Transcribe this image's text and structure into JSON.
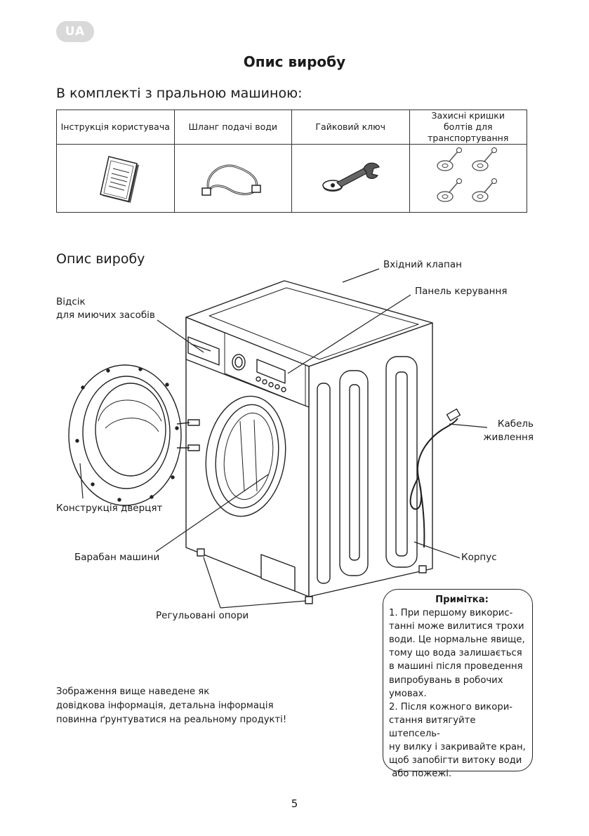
{
  "badge": "UA",
  "page_title": "Опис виробу",
  "kit_heading": "В комплекті з пральною машиною:",
  "kit_items": [
    {
      "label": "Інструкція користувача",
      "icon": "manual-icon"
    },
    {
      "label": "Шланг подачі води",
      "icon": "hose-icon"
    },
    {
      "label": "Гайковий ключ",
      "icon": "wrench-icon"
    },
    {
      "label": "Захисні кришки болтів для транспортування",
      "icon": "bolt-caps-icon"
    }
  ],
  "product_heading": "Опис виробу",
  "labels": {
    "inlet_valve": "Вхідний клапан",
    "control_panel": "Панель керування",
    "detergent_drawer": "Відсік\nдля миючих засобів",
    "power_cable": "Кабель\nживлення",
    "door_assembly": "Конструкція дверцят",
    "drum": "Барабан машини",
    "housing": "Корпус",
    "adjustable_feet": "Регульовані опори"
  },
  "note": {
    "title": "Примітка:",
    "lines": [
      "1. При першому викорис-",
      "танні може вилитися трохи",
      "води. Це нормальне явище,",
      "тому що вода залишається",
      "в машині після проведення",
      "випробувань в робочих",
      "умовах.",
      "2. Після кожного викори-",
      "стання витягуйте штепсель-",
      "ну вилку і закривайте кран,",
      "щоб запобігти витоку води",
      " або пожежі."
    ]
  },
  "disclaimer": [
    "Зображення вище наведене як",
    "довідкова інформація, детальна інформація",
    "повинна ґрунтуватися на реальному продукті!"
  ],
  "page_number": "5"
}
